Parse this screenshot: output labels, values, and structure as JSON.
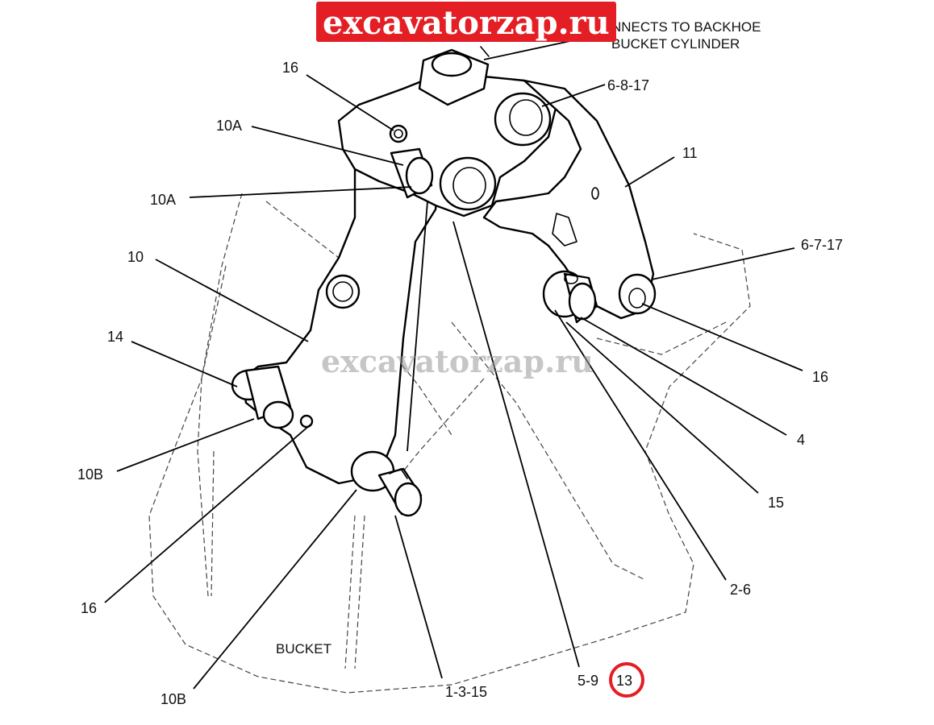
{
  "brand": {
    "text": "excavatorzap.ru",
    "color": "#e31e24"
  },
  "watermark": {
    "text": "excavatorzap.ru"
  },
  "captions": {
    "cylinder_line1": "NNECTS TO BACKHOE",
    "cylinder_line2": "BUCKET CYLINDER",
    "bucket": "BUCKET"
  },
  "callouts": {
    "c1": "16",
    "c2": "6-8-17",
    "c3": "10A",
    "c4": "11",
    "c5": "10A",
    "c6": "6-7-17",
    "c7": "10",
    "c8": "14",
    "c9": "16",
    "c10": "4",
    "c11": "10B",
    "c12": "15",
    "c13": "16",
    "c14": "2-6",
    "c15": "10B",
    "c16": "1-3-15",
    "c17": "5-9",
    "c18": "13"
  },
  "highlight": {
    "label": "13",
    "color": "#e31e24"
  }
}
